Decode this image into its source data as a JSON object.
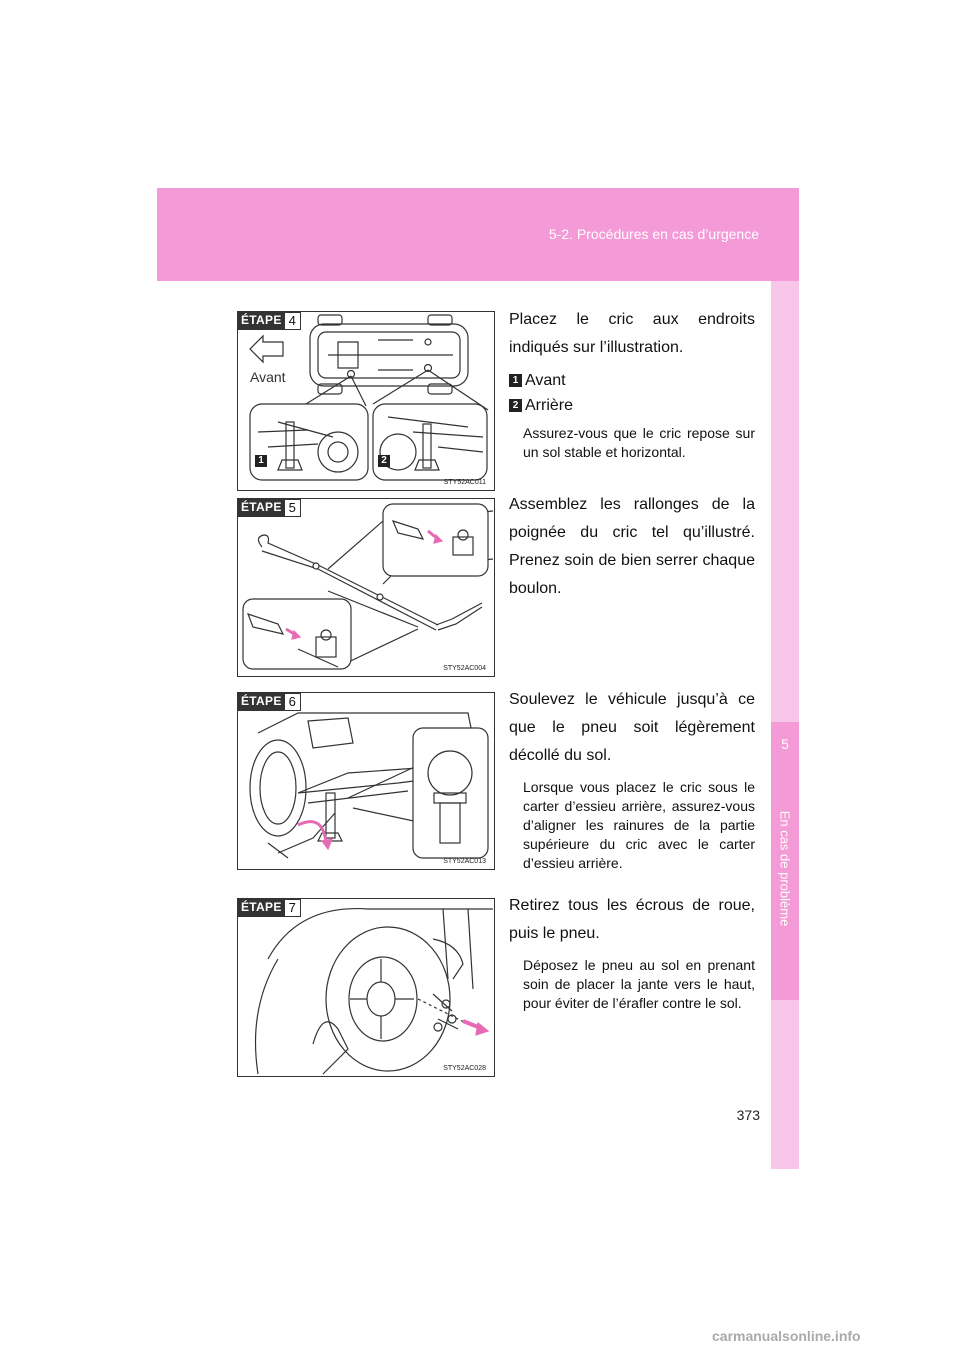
{
  "header": {
    "section": "5-2. Procédures en cas d’urgence"
  },
  "sidebar": {
    "chapter_number": "5",
    "chapter_label": "En cas de problème"
  },
  "page_number": "373",
  "steps": [
    {
      "etape_label": "ÉTAPE",
      "number": "4",
      "figure_code": "STY52AC011",
      "figure_text": "Avant",
      "badges": [
        "1",
        "2"
      ],
      "main_text": "Placez le cric aux endroits indiqués sur l’illustration.",
      "items": [
        {
          "num": "1",
          "label": "Avant"
        },
        {
          "num": "2",
          "label": "Arrière"
        }
      ],
      "note": "Assurez-vous que le cric repose sur un sol stable et horizontal."
    },
    {
      "etape_label": "ÉTAPE",
      "number": "5",
      "figure_code": "STY52AC004",
      "main_text": "Assemblez les rallonges de la poignée du cric tel qu’illustré. Prenez soin de bien serrer chaque boulon."
    },
    {
      "etape_label": "ÉTAPE",
      "number": "6",
      "figure_code": "STY52AC013",
      "main_text": "Soulevez le véhicule jusqu’à ce que le pneu soit légèrement décollé du sol.",
      "note": "Lorsque vous placez le cric sous le carter d’essieu arrière, assurez-vous d’aligner les rainures de la partie supérieure du cric avec le carter d’essieu arrière."
    },
    {
      "etape_label": "ÉTAPE",
      "number": "7",
      "figure_code": "STY52AC028",
      "main_text": "Retirez tous les écrous de roue, puis le pneu.",
      "note": "Déposez le pneu au sol en prenant soin de placer la jante vers le haut, pour éviter de l’érafler contre le sol."
    }
  ],
  "watermark": "carmanualsonline.info"
}
